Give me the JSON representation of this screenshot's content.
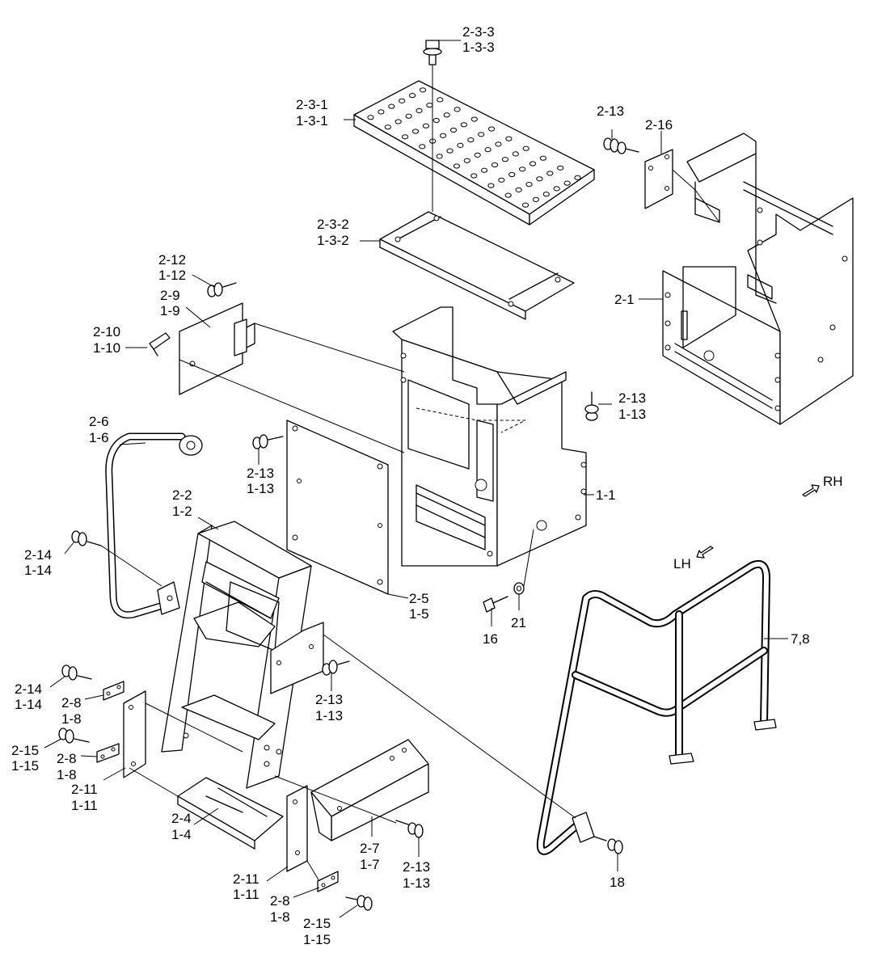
{
  "callouts": {
    "c2_3_3": "2-3-3",
    "c1_3_3": "1-3-3",
    "c2_3_1": "2-3-1",
    "c1_3_1": "1-3-1",
    "c2_3_2": "2-3-2",
    "c1_3_2": "1-3-2",
    "c2_13_a": "2-13",
    "c2_16": "2-16",
    "c2_1": "2-1",
    "c2_12": "2-12",
    "c1_12": "1-12",
    "c2_9": "2-9",
    "c1_9": "1-9",
    "c2_10": "2-10",
    "c1_10": "1-10",
    "c2_13_b": "2-13",
    "c1_13_b": "1-13",
    "c2_6": "2-6",
    "c1_6": "1-6",
    "c2_13_c": "2-13",
    "c1_13_c": "1-13",
    "c1_1": "1-1",
    "c2_2": "2-2",
    "c1_2": "1-2",
    "c2_14_a": "2-14",
    "c1_14_a": "1-14",
    "c2_5": "2-5",
    "c1_5": "1-5",
    "c16": "16",
    "c21": "21",
    "c7_8": "7,8",
    "c2_13_d": "2-13",
    "c1_13_d": "1-13",
    "c2_14_b": "2-14",
    "c1_14_b": "1-14",
    "c2_8_a": "2-8",
    "c1_8_a": "1-8",
    "c2_15_a": "2-15",
    "c1_15_a": "1-15",
    "c2_8_b": "2-8",
    "c1_8_b": "1-8",
    "c2_11_a": "2-11",
    "c1_11_a": "1-11",
    "c2_4": "2-4",
    "c1_4": "1-4",
    "c2_7": "2-7",
    "c1_7": "1-7",
    "c2_13_e": "2-13",
    "c1_13_e": "1-13",
    "c18": "18",
    "c2_11_b": "2-11",
    "c1_11_b": "1-11",
    "c2_8_c": "2-8",
    "c1_8_c": "1-8",
    "c2_15_b": "2-15",
    "c1_15_b": "1-15"
  },
  "directions": {
    "rh": "RH",
    "lh": "LH"
  },
  "icons": {
    "rh_arrow": "arrow-right-up-icon",
    "lh_arrow": "arrow-left-down-icon"
  }
}
